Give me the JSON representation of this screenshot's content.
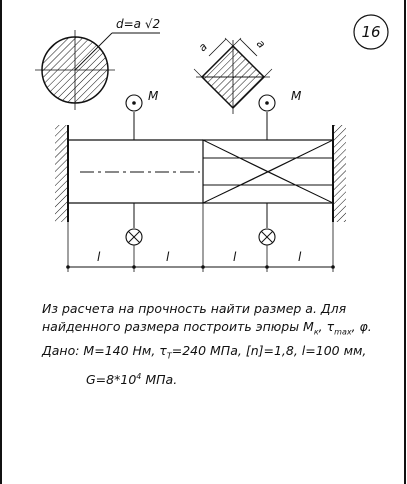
{
  "problem": {
    "number": "16",
    "formula_label": "d=a √2",
    "dim_a": "a",
    "moment_label": "M",
    "length_label": "l"
  },
  "text": {
    "line1": "Из расчета на прочность найти размер a. Для",
    "line2_prefix": "найденного размера построить эпюры M",
    "line2_sub1": "к",
    "line2_mid1": ", τ",
    "line2_sub2": "max",
    "line2_suffix": ", φ.",
    "line3_prefix": "Дано: M=140 Нм, τ",
    "line3_sub": "T",
    "line3_suffix": "=240 МПа, [n]=1,8, l=100 мм,",
    "line4_prefix": "G=8*10",
    "line4_sup": "4",
    "line4_suffix": " МПа."
  }
}
